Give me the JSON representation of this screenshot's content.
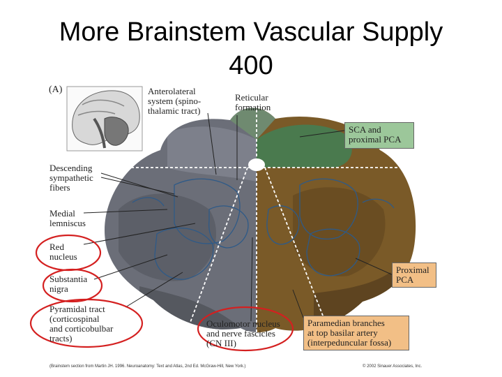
{
  "slide": {
    "title_line1": "More Brainstem Vascular Supply",
    "title_line2": "400"
  },
  "figure": {
    "panel_letter": "(A)",
    "labels": {
      "anterolateral": "Anterolateral\nsystem (spino-\nthalamic tract)",
      "reticular": "Reticular\nformation",
      "descending": "Descending\nsympathetic\nfibers",
      "medial": "Medial\nlemniscus",
      "red": "Red\nnucleus",
      "substantia": "Substantia\nnigra",
      "pyramidal": "Pyramidal tract\n(corticospinal\nand corticobulbar\ntracts)",
      "oculomotor": "Oculomotor nucleus\nand nerve fascicles\n(CN III)"
    },
    "boxes": {
      "sca": "SCA and\nproximal PCA",
      "proximal": "Proximal\nPCA",
      "paramedian": "Paramedian branches\nat top basilar artery\n(interpeduncular fossa)"
    },
    "colors": {
      "sca_green": "#4a7a4e",
      "pca_brown": "#7a5a28",
      "box_green": "#9cc79a",
      "box_orange": "#f2bf86",
      "circle_red": "#d42020",
      "tissue_gray": "#6b6e78"
    },
    "credit_left": "(Brainstem section from Martin JH. 1996. Neuroanatomy: Text and Atlas, 2nd Ed. McGraw-Hill, New York.)",
    "credit_right": "© 2002 Sinauer Associates, Inc."
  }
}
